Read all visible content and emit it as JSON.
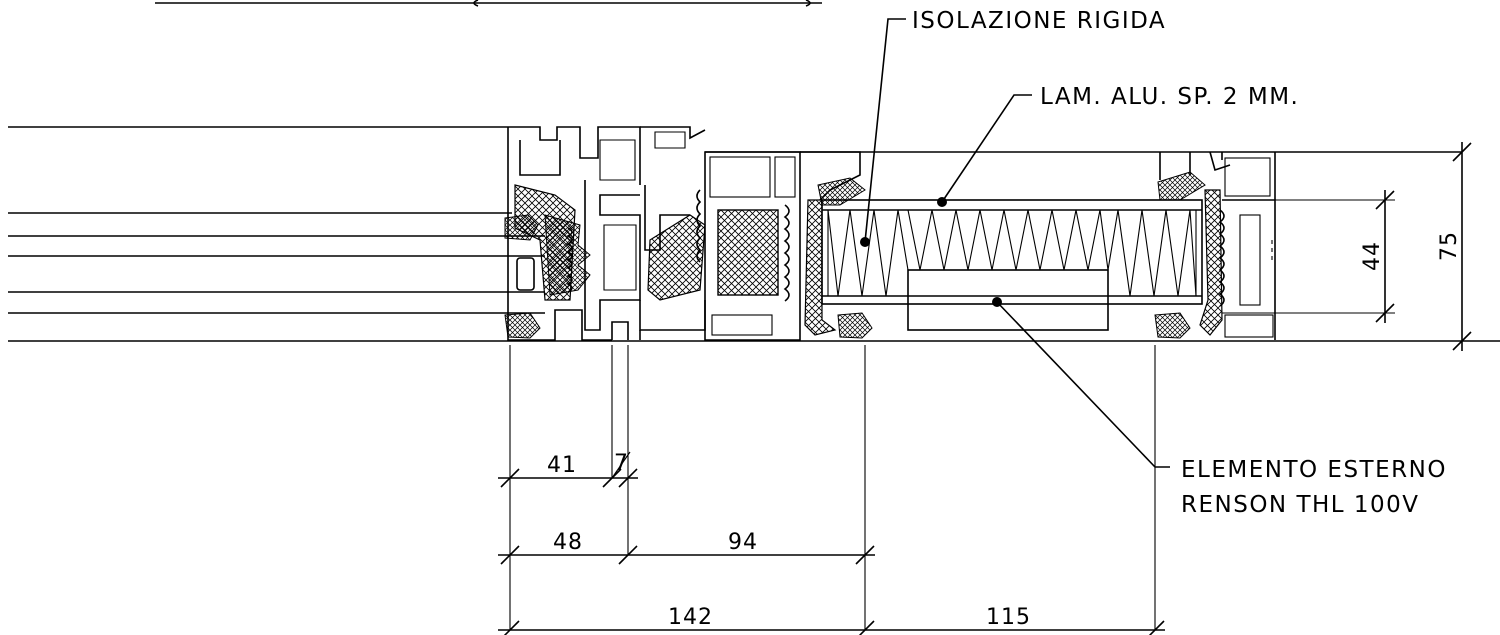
{
  "labels": {
    "insulation": "ISOLAZIONE RIGIDA",
    "sheet": "LAM. ALU. SP. 2 MM.",
    "element_line1": "ELEMENTO ESTERNO",
    "element_line2": "RENSON THL 100V"
  },
  "dimensions": {
    "d41": "41",
    "d7": "7",
    "d48": "48",
    "d94": "94",
    "d142": "142",
    "d115": "115",
    "d44": "44",
    "d75": "75"
  }
}
